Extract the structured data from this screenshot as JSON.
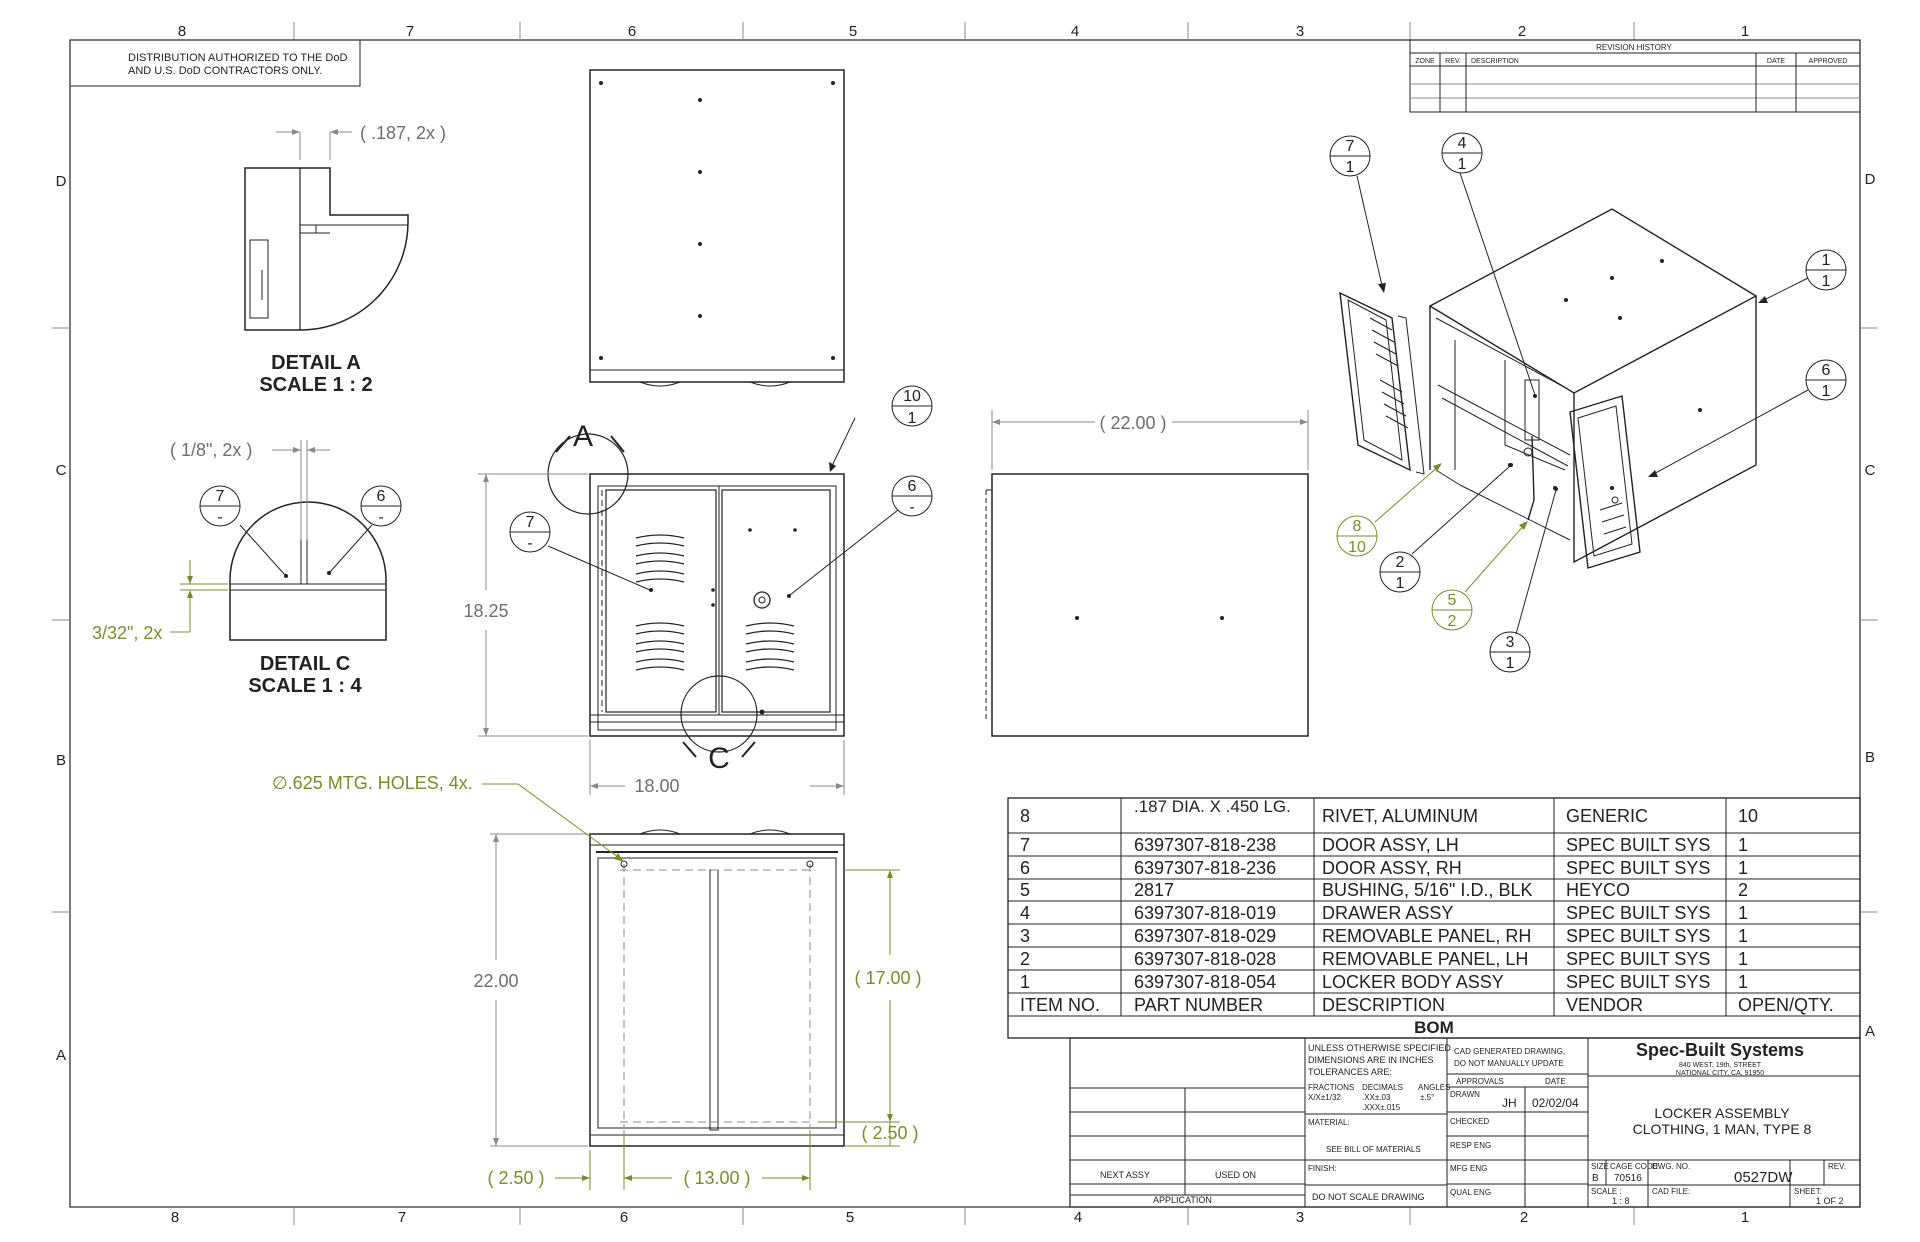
{
  "notice": [
    "DISTRIBUTION AUTHORIZED TO THE DoD",
    "AND U.S. DoD CONTRACTORS ONLY."
  ],
  "zones": {
    "cols": [
      "8",
      "7",
      "6",
      "5",
      "4",
      "3",
      "2",
      "1"
    ],
    "rows": [
      "D",
      "C",
      "B",
      "A"
    ]
  },
  "revision": {
    "title": "REVISION HISTORY",
    "headers": [
      "ZONE",
      "REV.",
      "DESCRIPTION",
      "DATE",
      "APPROVED"
    ]
  },
  "details": {
    "a_dim": "( .187, 2x )",
    "a_title": "DETAIL A",
    "a_scale": "SCALE 1 : 2",
    "c_dim": "( 1/8\", 2x )",
    "c_dim2": "3/32\", 2x",
    "c_title": "DETAIL C",
    "c_scale": "SCALE 1 : 4"
  },
  "views": {
    "height_dim": "18.25",
    "width_dim": "18.00",
    "depth_dim": "( 22.00 )",
    "bottom_depth": "22.00",
    "mtg_holes": "∅.625 MTG. HOLES, 4x.",
    "d17": "( 17.00 )",
    "d250r": "( 2.50 )",
    "d250l": "( 2.50 )",
    "d13": "( 13.00 )",
    "detail_a_label": "A",
    "detail_c_label": "C"
  },
  "balloons": [
    {
      "top": "10",
      "bottom": "1"
    },
    {
      "top": "7",
      "bottom": "-"
    },
    {
      "top": "6",
      "bottom": "-"
    },
    {
      "top": "7",
      "bottom": "-"
    },
    {
      "top": "6",
      "bottom": "-"
    },
    {
      "top": "7",
      "bottom": "1"
    },
    {
      "top": "4",
      "bottom": "1"
    },
    {
      "top": "1",
      "bottom": "1"
    },
    {
      "top": "6",
      "bottom": "1"
    },
    {
      "top": "8",
      "bottom": "10"
    },
    {
      "top": "2",
      "bottom": "1"
    },
    {
      "top": "5",
      "bottom": "2"
    },
    {
      "top": "3",
      "bottom": "1"
    }
  ],
  "bom": {
    "title": "BOM",
    "headers": [
      "ITEM NO.",
      "PART NUMBER",
      "DESCRIPTION",
      "VENDOR",
      "OPEN/QTY."
    ],
    "rows": [
      [
        "8",
        ".187 DIA. X .450 LG.",
        "RIVET, ALUMINUM",
        "GENERIC",
        "10"
      ],
      [
        "7",
        "6397307-818-238",
        "DOOR ASSY, LH",
        "SPEC BUILT SYS",
        "1"
      ],
      [
        "6",
        "6397307-818-236",
        "DOOR ASSY, RH",
        "SPEC BUILT SYS",
        "1"
      ],
      [
        "5",
        "2817",
        "BUSHING, 5/16\" I.D., BLK",
        "HEYCO",
        "2"
      ],
      [
        "4",
        "6397307-818-019",
        "DRAWER ASSY",
        "SPEC BUILT SYS",
        "1"
      ],
      [
        "3",
        "6397307-818-029",
        "REMOVABLE PANEL, RH",
        "SPEC BUILT SYS",
        "1"
      ],
      [
        "2",
        "6397307-818-028",
        "REMOVABLE PANEL, LH",
        "SPEC BUILT SYS",
        "1"
      ],
      [
        "1",
        "6397307-818-054",
        "LOCKER BODY ASSY",
        "SPEC BUILT SYS",
        "1"
      ]
    ]
  },
  "title_block": {
    "tolerance": [
      "UNLESS OTHERWISE SPECIFIED",
      "DIMENSIONS ARE IN INCHES",
      "TOLERANCES ARE:"
    ],
    "fractions_label": "FRACTIONS",
    "fractions_val": "X/X±1/32",
    "decimals_label": "DECIMALS",
    "decimals_val1": ".XX±.03",
    "decimals_val2": ".XXX±.015",
    "angles_label": "ANGLES",
    "angles_val": "±.5°",
    "material_label": "MATERIAL:",
    "material_val": "SEE BILL OF MATERIALS",
    "finish_label": "FINISH:",
    "no_scale": "DO NOT SCALE DRAWING",
    "cad_note": [
      "CAD GENERATED DRAWING,",
      "DO NOT MANUALLY UPDATE"
    ],
    "approvals": "APPROVALS",
    "date_label": "DATE",
    "drawn": "DRAWN",
    "drawn_by": "JH",
    "drawn_date": "02/02/04",
    "checked": "CHECKED",
    "resp_eng": "RESP ENG",
    "mfg_eng": "MFG ENG",
    "qual_eng": "QUAL ENG",
    "company": "Spec-Built Systems",
    "address": [
      "840 WEST, 19th, STREET",
      "NATIONAL CITY, CA, 91950"
    ],
    "drawing_title": [
      "LOCKER ASSEMBLY",
      "CLOTHING, 1 MAN, TYPE 8"
    ],
    "size_label": "SIZE",
    "size": "B",
    "cage_label": "CAGE CODE",
    "cage": "70516",
    "dwg_label": "DWG. NO.",
    "dwg": "0527DW",
    "rev_label": "REV.",
    "scale_label": "SCALE :",
    "scale": "1 : 8",
    "cad_file_label": "CAD  FILE:",
    "sheet_label": "SHEET:",
    "sheet": "1  OF  2",
    "next_assy": "NEXT ASSY",
    "used_on": "USED ON",
    "application": "APPLICATION"
  }
}
